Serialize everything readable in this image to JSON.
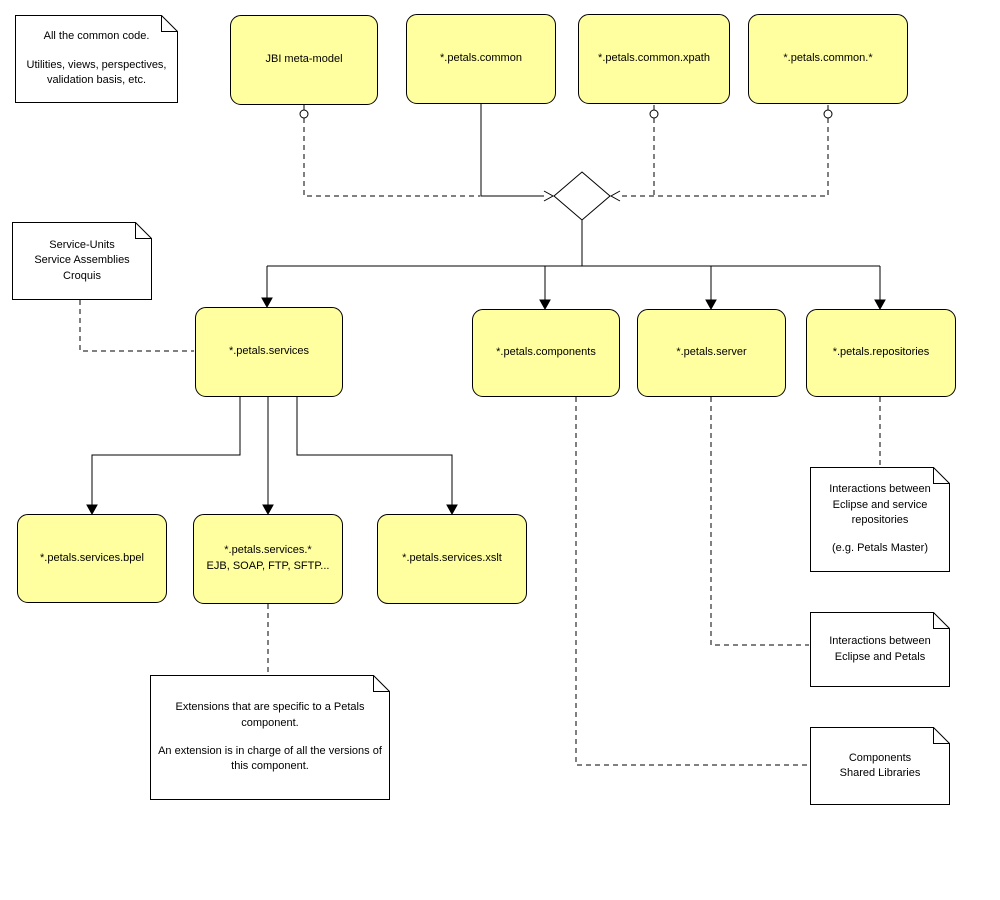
{
  "colors": {
    "package_fill": "#ffffa0",
    "package_border": "#000000",
    "note_fill": "#ffffff",
    "line": "#000000"
  },
  "nodes": {
    "jbi": {
      "label": "JBI meta-model"
    },
    "common": {
      "label": "*.petals.common"
    },
    "common_xpath": {
      "label": "*.petals.common.xpath"
    },
    "common_star": {
      "label": "*.petals.common.*"
    },
    "services": {
      "label": "*.petals.services"
    },
    "components": {
      "label": "*.petals.components"
    },
    "server": {
      "label": "*.petals.server"
    },
    "repositories": {
      "label": "*.petals.repositories"
    },
    "services_bpel": {
      "label": "*.petals.services.bpel"
    },
    "services_star": {
      "label": "*.petals.services.*",
      "sublabel": "EJB, SOAP, FTP, SFTP..."
    },
    "services_xslt": {
      "label": "*.petals.services.xslt"
    }
  },
  "notes": {
    "common_code": {
      "line1": "All the common code.",
      "line2": "Utilities, views, perspectives, validation basis, etc."
    },
    "service_units": {
      "line1": "Service-Units",
      "line2": "Service Assemblies",
      "line3": "Croquis"
    },
    "extensions": {
      "line1": "Extensions that are specific to a Petals component.",
      "line2": "An extension is in charge of all the versions of this component."
    },
    "repositories_note": {
      "line1": "Interactions between Eclipse and service repositories",
      "line2": "(e.g. Petals Master)"
    },
    "server_note": {
      "line1": "Interactions between Eclipse and Petals"
    },
    "components_note": {
      "line1": "Components",
      "line2": "Shared Libraries"
    }
  }
}
